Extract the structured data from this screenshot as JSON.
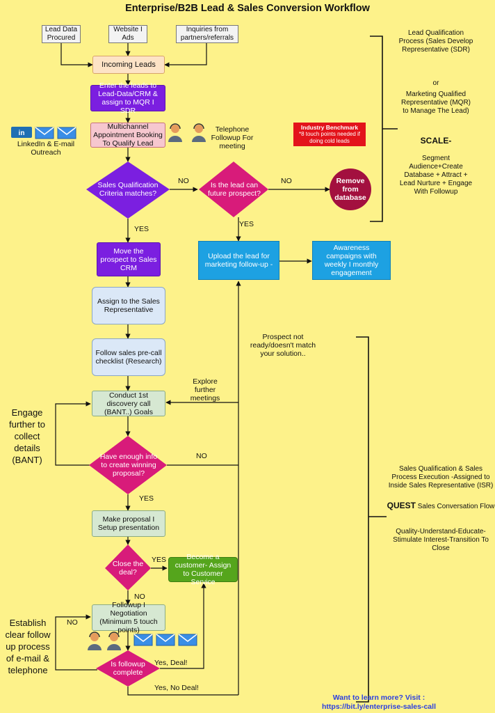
{
  "title": "Enterprise/B2B Lead & Sales Conversion Workflow",
  "sources": {
    "lead_data": "Lead Data Procured",
    "website": "Website I Ads",
    "inquiries": "Inquiries from partners/referrals"
  },
  "steps": {
    "incoming": "Incoming Leads",
    "enter_crm": "Enter the leads to Lead-Data/CRM & assign to MQR I SDR",
    "multichannel": "Multichannel Appointment Booking To Qualify Lead",
    "move_prospect": "Move the prospect to Sales CRM",
    "assign_rep": "Assign to the Sales Representative",
    "precall": "Follow sales pre-call checklist (Research)",
    "discovery": "Conduct 1st discovery call (BANT..) Goals",
    "proposal": "Make proposal I Setup presentation",
    "followup_neg": "Followup I Negotiation (Minimum 5 touch points)",
    "upload": "Upload the lead for marketing follow-up -",
    "awareness": "Awareness campaigns with weekly I monthly engagement",
    "customer": "Become a customer- Assign to Customer Service",
    "remove": "Remove from database"
  },
  "decisions": {
    "criteria": "Sales Qualification Criteria matches?",
    "future": "Is the lead can future prospect?",
    "enough_info": "Have enough info to create winning proposal?",
    "close": "Close the deal?",
    "followup_complete": "Is followup complete"
  },
  "labels": {
    "no1": "NO",
    "no2": "NO",
    "yes1": "YES",
    "yes2": "YES",
    "no3": "NO",
    "yes3": "YES",
    "yes4": "YES",
    "no4": "NO",
    "no5": "NO",
    "yes_deal": "Yes, Deal!",
    "yes_no_deal": "Yes, No Deal!",
    "telephone": "Telephone Followup For meeting",
    "linkedin": "LinkedIn & E-mail Outreach",
    "explore": "Explore further meetings",
    "prospect_not_ready": "Prospect not ready/doesn't match your solution.."
  },
  "benchmark": {
    "title": "Industry Benchmark",
    "text": "*8 touch points needed if doing cold leads"
  },
  "side_notes": {
    "lead_qual": "Lead Qualification Process (Sales Develop Representative (SDR)",
    "or": "or",
    "mqr": "Marketing Qualified Representative (MQR) to Manage The Lead)",
    "scale": "SCALE-",
    "scale_text": "Segment Audience+Create Database + Attract + Lead Nurture + Engage With Followup",
    "sales_qual": "Sales Qualification & Sales Process Execution -Assigned to Inside Sales Representative (ISR)",
    "quest": "QUEST",
    "quest_text": "Sales Conversation Flow",
    "quest_def": "Quality-Understand-Educate-Stimulate Interest-Transition To Close",
    "engage": "Engage further to collect details (BANT)",
    "establish": "Establish clear follow up process of e-mail & telephone"
  },
  "footer": {
    "line1": "Want to learn more? Visit :",
    "line2": "https://bit.ly/enterprise-sales-call"
  },
  "colors": {
    "background": "#fdf28a",
    "purple": "#7b1fe0",
    "decision": "#d81b7a",
    "cyan": "#1da1e2",
    "green": "#55a51c",
    "red": "#e3131b",
    "link": "#2b3fe0"
  },
  "icons": [
    "linkedin-icon",
    "email-icon",
    "person-headset-icon"
  ]
}
